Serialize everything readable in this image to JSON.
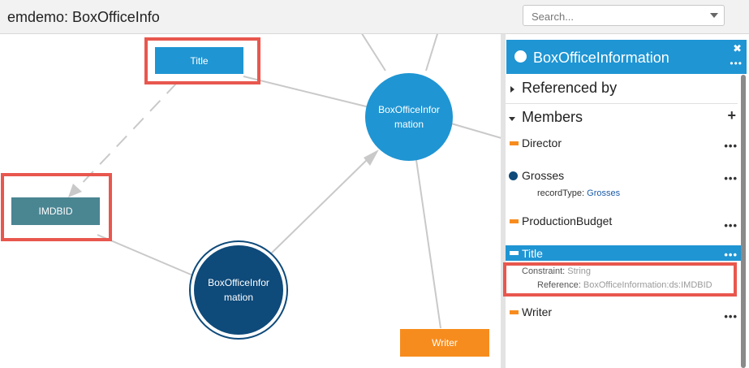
{
  "app": {
    "title": "emdemo: BoxOfficeInfo"
  },
  "search": {
    "placeholder": "Search..."
  },
  "graph": {
    "nodes": {
      "title": "Title",
      "imdbid": "IMDBID",
      "box_top": "BoxOfficeInfor mation",
      "box_bottom": "BoxOfficeInfor mation",
      "writer": "Writer"
    }
  },
  "panel": {
    "title": "BoxOfficeInformation",
    "close": "✖",
    "more": "•••",
    "sections": {
      "referenced_by": "Referenced by",
      "members": "Members",
      "add": "+"
    },
    "members": [
      {
        "name": "Director",
        "kind": "attribute"
      },
      {
        "name": "Grosses",
        "kind": "record",
        "sub_label": "recordType:",
        "sub_value": "Grosses"
      },
      {
        "name": "ProductionBudget",
        "kind": "attribute"
      },
      {
        "name": "Title",
        "kind": "attribute",
        "selected": true,
        "constraint_label": "Constraint:",
        "constraint_value": "String",
        "reference_label": "Reference:",
        "reference_value": "BoxOfficeInformation:ds:IMDBID"
      },
      {
        "name": "Writer",
        "kind": "attribute"
      }
    ],
    "row_more": "•••"
  },
  "colors": {
    "accent": "#1f95d3",
    "dark_blue": "#0e4a7a",
    "teal": "#4a8592",
    "orange": "#f78c1e",
    "highlight": "#e8574e"
  }
}
